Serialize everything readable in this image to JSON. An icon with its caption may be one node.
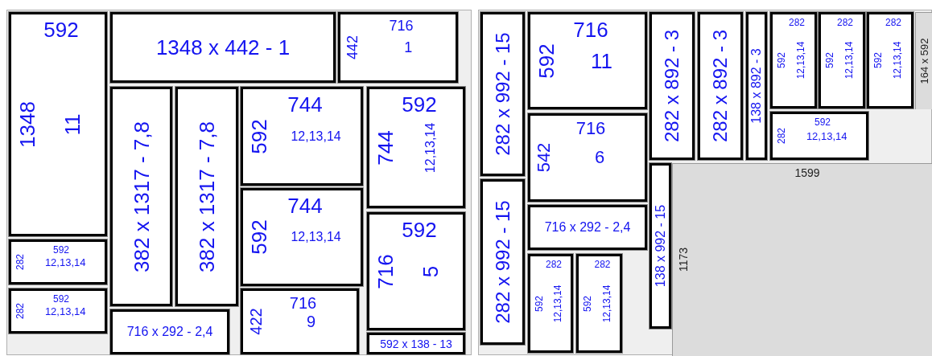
{
  "diagram": {
    "nodes": [
      {
        "text": [],
        "shape": "box"
      },
      {
        "text": [],
        "shape": "box"
      },
      {
        "text": [
          "592",
          "1348",
          "11"
        ],
        "in": 0
      },
      {
        "text": [
          "1348 x 442 - 1"
        ],
        "in": 0
      },
      {
        "text": [
          "716",
          "442",
          "1"
        ],
        "in": 0
      },
      {
        "text": [
          "592",
          "282",
          "12,13,14"
        ],
        "in": 0
      },
      {
        "text": [
          "592",
          "282",
          "12,13,14"
        ],
        "in": 0
      },
      {
        "text": [
          "382 x 1317 - 7,8"
        ],
        "in": 0
      },
      {
        "text": [
          "382 x 1317 - 7,8"
        ],
        "in": 0
      },
      {
        "text": [
          "716 x 292 - 2,4"
        ],
        "in": 0
      },
      {
        "text": [
          "744",
          "592",
          "12,13,14"
        ],
        "in": 0
      },
      {
        "text": [
          "744",
          "592",
          "12,13,14"
        ],
        "in": 0
      },
      {
        "text": [
          "716",
          "422",
          "9"
        ],
        "in": 0
      },
      {
        "text": [
          "592",
          "744",
          "12,13,14"
        ],
        "in": 0
      },
      {
        "text": [
          "592",
          "716",
          "5"
        ],
        "in": 0
      },
      {
        "text": [
          "592 x 138 - 13"
        ],
        "in": 0
      },
      {
        "text": [
          "282 x 992 - 15"
        ],
        "in": 1
      },
      {
        "text": [
          "282 x 992 - 15"
        ],
        "in": 1
      },
      {
        "text": [
          "716",
          "592",
          "11"
        ],
        "in": 1
      },
      {
        "text": [
          "716",
          "542",
          "6"
        ],
        "in": 1
      },
      {
        "text": [
          "716 x 292 - 2,4"
        ],
        "in": 1
      },
      {
        "text": [
          "282",
          "592",
          "12,13,14"
        ],
        "in": 1
      },
      {
        "text": [
          "282",
          "592",
          "12,13,14"
        ],
        "in": 1
      },
      {
        "text": [
          "282 x 892 - 3"
        ],
        "in": 1
      },
      {
        "text": [
          "282 x 892 - 3"
        ],
        "in": 1
      },
      {
        "text": [
          "138 x 892 - 3"
        ],
        "in": 1
      },
      {
        "text": [
          "138 x 992 - 15"
        ],
        "in": 1
      },
      {
        "text": [
          "282",
          "592",
          "12,13,14"
        ],
        "in": 1
      },
      {
        "text": [
          "282",
          "592",
          "12,13,14"
        ],
        "in": 1
      },
      {
        "text": [
          "282",
          "592",
          "12,13,14"
        ],
        "in": 1
      },
      {
        "text": [
          "592",
          "282",
          "12,13,14"
        ],
        "in": 1
      },
      {
        "text": [
          "1599",
          "1173"
        ],
        "in": 1
      },
      {
        "text": [
          "164 x 592"
        ],
        "in": 1
      }
    ]
  }
}
